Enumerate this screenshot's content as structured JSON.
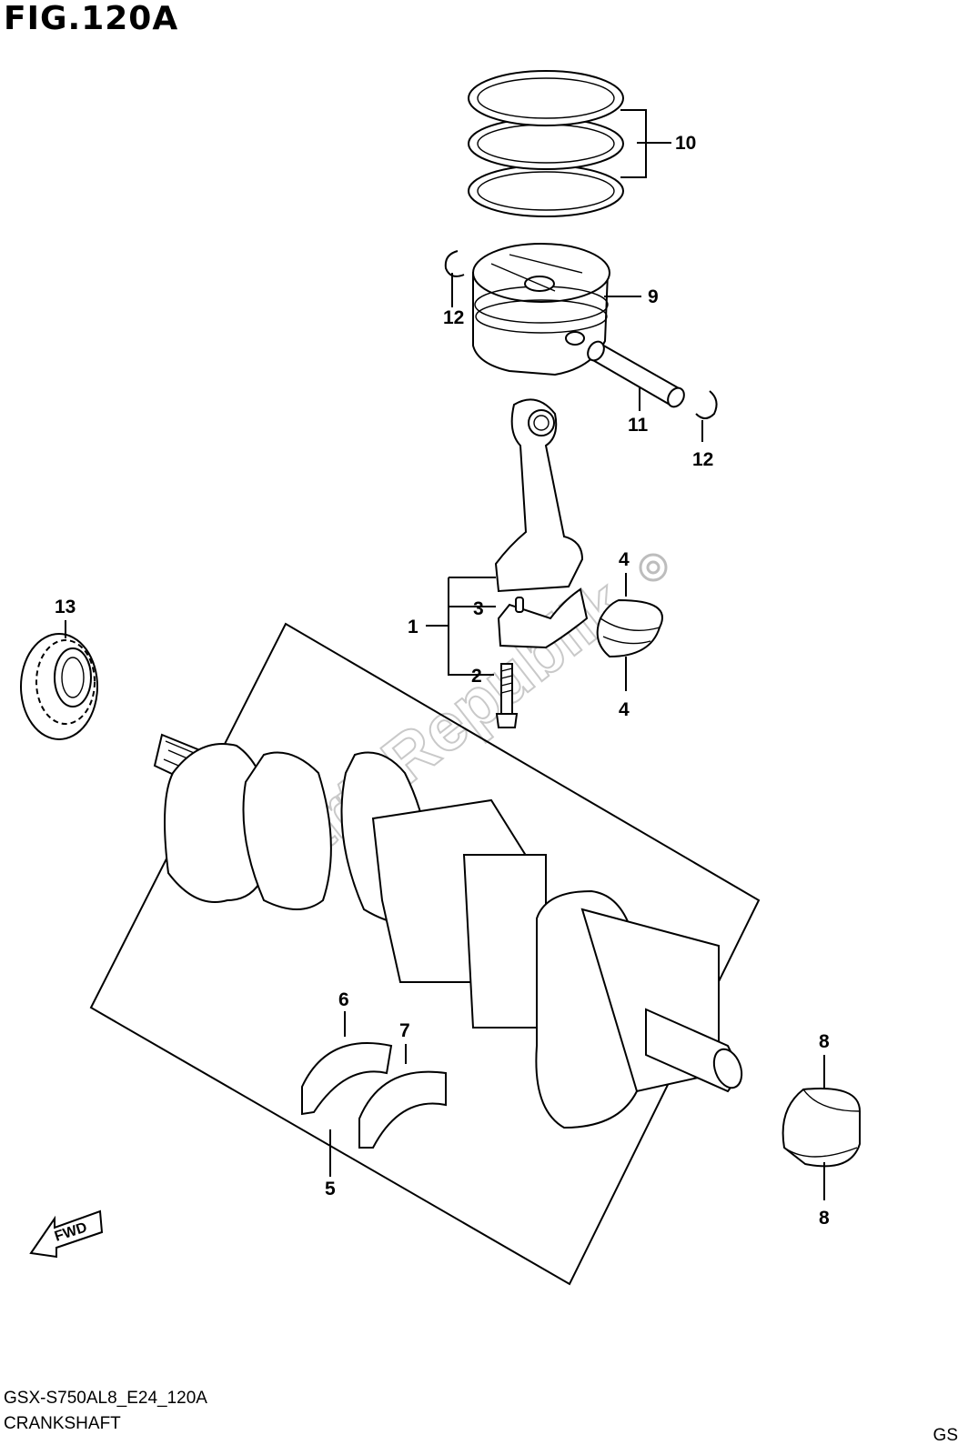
{
  "figure": {
    "title": "FIG.120A",
    "diagram_code": "GSX-S750AL8_E24_120A",
    "section_name": "CRANKSHAFT",
    "corner_mark": "GS",
    "watermark": "PartsRepublik",
    "fwd_label": "FWD"
  },
  "callouts": {
    "c1": "1",
    "c2": "2",
    "c3": "3",
    "c4a": "4",
    "c4b": "4",
    "c5": "5",
    "c6": "6",
    "c7": "7",
    "c8a": "8",
    "c8b": "8",
    "c9": "9",
    "c10": "10",
    "c11": "11",
    "c12a": "12",
    "c12b": "12",
    "c13": "13"
  }
}
